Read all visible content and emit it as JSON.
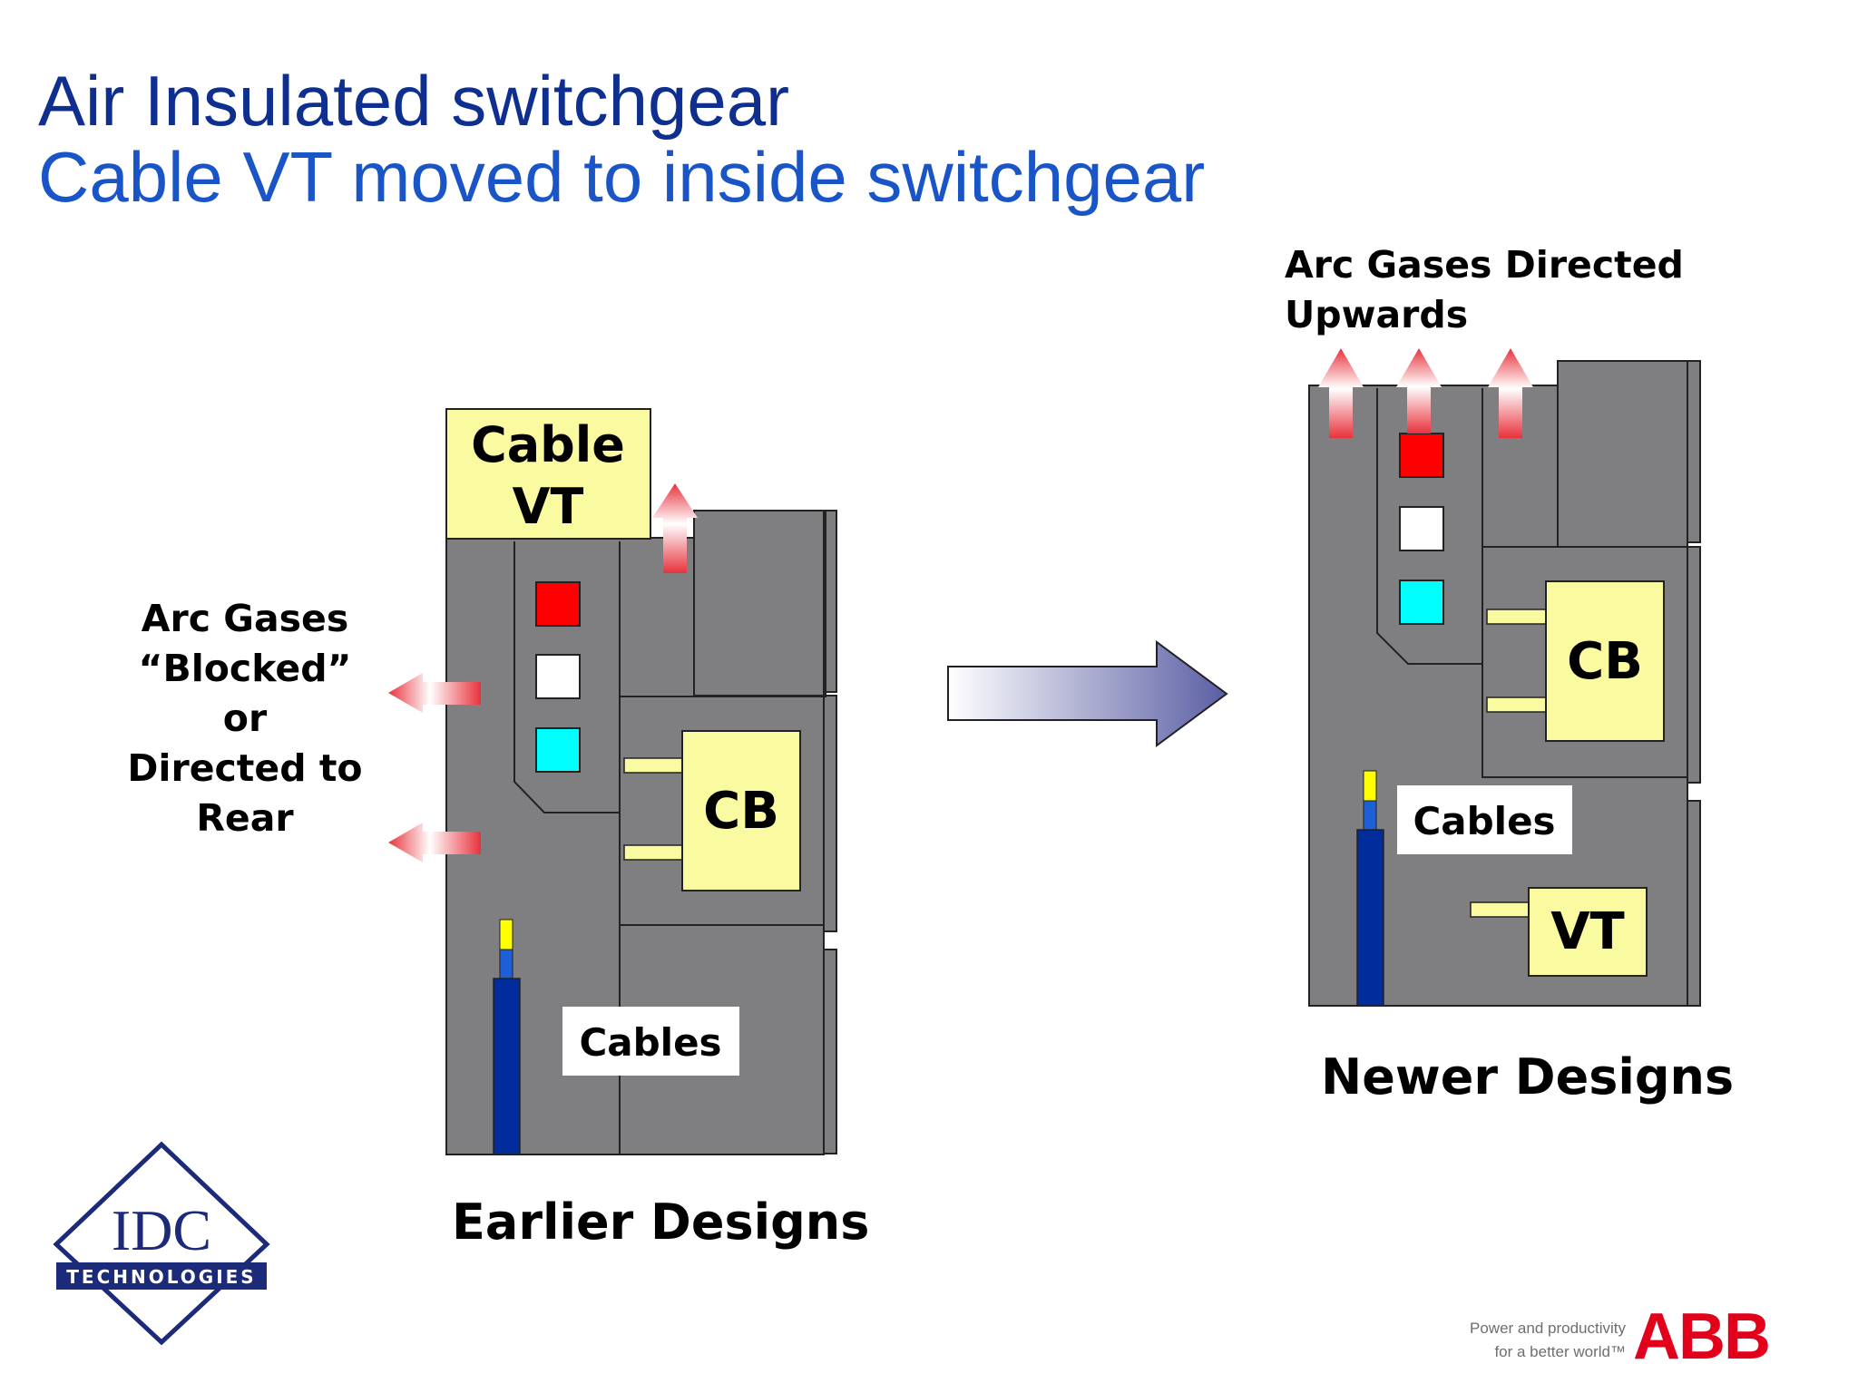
{
  "slide": {
    "title_line1": "Air Insulated switchgear",
    "title_line2": "Cable VT moved to inside switchgear"
  },
  "earlier": {
    "cable_vt_line1": "Cable",
    "cable_vt_line2": "VT",
    "cb_label": "CB",
    "cables_label": "Cables",
    "arc_note_lines": [
      "Arc Gases",
      "“Blocked”",
      "or",
      "Directed to",
      "Rear"
    ],
    "caption": "Earlier Designs"
  },
  "newer": {
    "arc_note_lines": [
      "Arc Gases Directed",
      "Upwards"
    ],
    "cb_label": "CB",
    "cables_label": "Cables",
    "vt_label": "VT",
    "caption": "Newer Designs"
  },
  "logos": {
    "idc_main": "IDC",
    "idc_sub": "TECHNOLOGIES",
    "abb_tagline_line1": "Power and productivity",
    "abb_tagline_line2": "for a better world™",
    "abb_name": "ABB"
  },
  "colors": {
    "title_dark": "#0e2f8f",
    "title_light": "#1a55c8",
    "panel_gray": "#7f7e81",
    "label_yellow": "#fafaa0",
    "busbar_red": "#ff0000",
    "busbar_white": "#ffffff",
    "busbar_cyan": "#00ffff",
    "cable_blue": "#002c9c",
    "arc_arrow_red": "#e8323c",
    "abb_red": "#e2001a",
    "idc_navy": "#1c2a7a"
  }
}
